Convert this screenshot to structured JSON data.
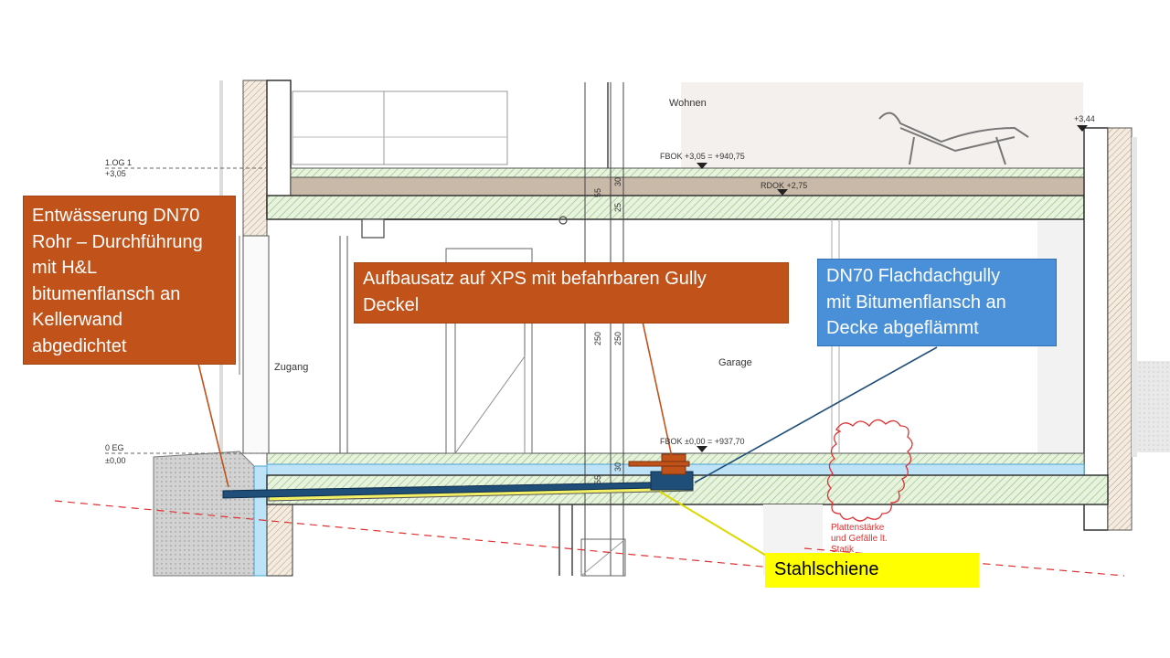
{
  "callouts": {
    "drain_pipe": {
      "lines": [
        "Entwässerung DN70",
        "Rohr – Durchführung",
        "mit H&L",
        "bitumenflansch an",
        "Kellerwand",
        "abgedichtet"
      ],
      "color": "#c0521a"
    },
    "gully_set": {
      "lines": [
        "Aufbausatz auf XPS mit befahrbaren Gully",
        "Deckel"
      ],
      "color": "#c0521a"
    },
    "flat_roof_gully": {
      "lines": [
        "DN70 Flachdachgully",
        "mit Bitumenflansch an",
        "Decke abgeflämmt"
      ],
      "color": "#4a90d9"
    },
    "steel_rail": {
      "lines": [
        "Stahlschiene"
      ],
      "color": "#ffff00"
    }
  },
  "drawing": {
    "rooms": {
      "wohnen": "Wohnen",
      "zugang": "Zugang",
      "garage": "Garage"
    },
    "levels": {
      "og_name": "1.OG 1",
      "og_height": "+3,05",
      "eg_name": "0 EG",
      "eg_height": "±0,00",
      "right_height": "+3,44"
    },
    "annotations": {
      "fbok_og": "FBOK +3,05 = +940,75",
      "rdok": "RDOK +2,75",
      "fbok_eg": "FBOK ±0,00 = +937,70"
    },
    "dimensions": {
      "d55": "55",
      "d30": "30",
      "d25": "25",
      "d250": "250",
      "d30b": "30",
      "d55b": "55"
    },
    "note": {
      "line1": "Plattenstärke",
      "line2": "und Gefälle lt.",
      "line3": "Statik"
    }
  }
}
